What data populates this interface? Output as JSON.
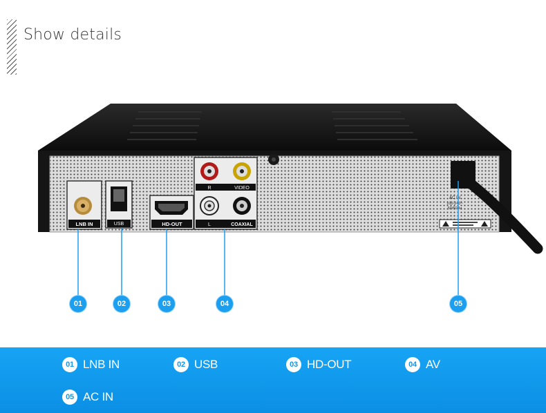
{
  "title": "Show details",
  "colors": {
    "accent": "#1d9ff0",
    "bar": "#0b8fe4"
  },
  "device": {
    "port_labels": {
      "lnb": "LNB IN",
      "usb": "USB",
      "hdmi": "HD-OUT",
      "r": "R",
      "video": "VIDEO",
      "l": "L",
      "coaxial": "COAXIAL",
      "ac": "AC IN",
      "ac_rating_1": "100-240~",
      "ac_rating_2": "50/60Hz"
    }
  },
  "markers": [
    "01",
    "02",
    "03",
    "04",
    "05"
  ],
  "legend": [
    {
      "num": "01",
      "label": "LNB IN"
    },
    {
      "num": "02",
      "label": "USB"
    },
    {
      "num": "03",
      "label": "HD-OUT"
    },
    {
      "num": "04",
      "label": "AV"
    },
    {
      "num": "05",
      "label": "AC IN"
    }
  ]
}
